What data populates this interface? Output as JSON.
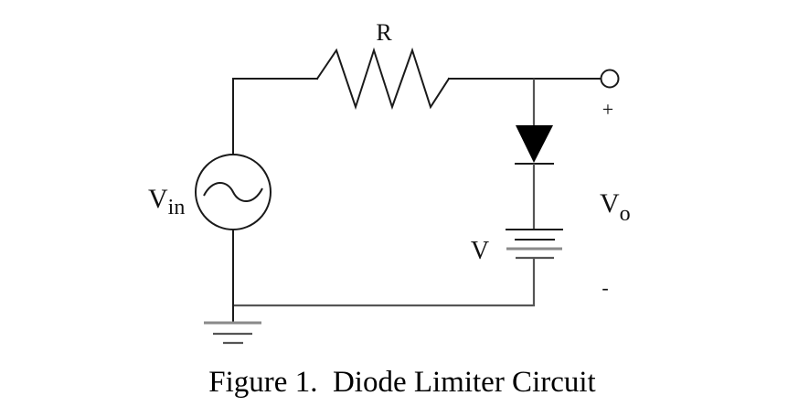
{
  "figure": {
    "caption": "Figure 1.  Diode Limiter Circuit",
    "title": "Diode Limiter Circuit",
    "figure_number": "1"
  },
  "components": {
    "resistor": {
      "label": "R",
      "type": "resistor"
    },
    "source": {
      "label": "V",
      "subscript": "in",
      "type": "ac-voltage-source"
    },
    "diode": {
      "type": "diode",
      "orientation": "cathode-down"
    },
    "battery": {
      "label": "V",
      "type": "dc-battery"
    },
    "ground": {
      "type": "ground"
    },
    "output": {
      "label": "V",
      "subscript": "o",
      "plus": "+",
      "minus": "-",
      "type": "output-terminal"
    }
  },
  "colors": {
    "line": "#1a1a1a",
    "text": "#111111",
    "background": "#ffffff"
  }
}
